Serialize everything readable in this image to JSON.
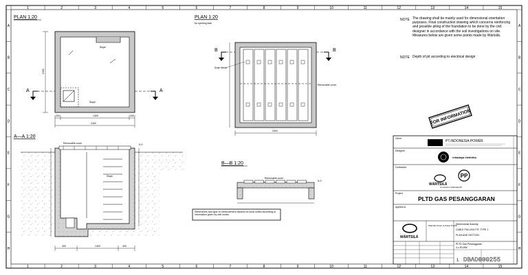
{
  "grid": {
    "cols": [
      "1",
      "2",
      "3",
      "4",
      "5",
      "6",
      "7",
      "8",
      "9",
      "10",
      "11",
      "12",
      "13",
      "14",
      "15"
    ],
    "rows": [
      "A",
      "B",
      "C",
      "D",
      "E",
      "F",
      "G",
      "H"
    ]
  },
  "views": {
    "plan_left": {
      "title": "PLAN   1:20"
    },
    "plan_right": {
      "title": "PLAN   1:20",
      "subtitle": "for opening slab"
    },
    "section_aa": {
      "title": "A—A   1:20"
    },
    "section_bb": {
      "title": "B—B   1:20"
    }
  },
  "labels": {
    "slope": "Slope",
    "drain_mesh": "Drain Mesh",
    "removable_cover": "Removable cover",
    "section_marker_a": "A",
    "section_marker_b": "B",
    "level_top": "0.0",
    "cut_note": "Dimensions and type of reinforcement depend on local codes according to information given by civil works"
  },
  "dims": {
    "plan_width": "2400",
    "plan_bottom_1": "200",
    "plan_bottom_2": "1400",
    "plan_bottom_3": "200",
    "plan_height": "2400",
    "right_width": "2400",
    "aa_width_1": "400",
    "aa_width_2": "1400",
    "aa_width_3": "400"
  },
  "notes": {
    "label": "NOTE",
    "text1": "The drawing shall be mainly used for dimensional orientation purposes. Final construction drawing which concerns reinforcing and possible piling of the foundation to be done by the civil designer in accordance with the soil investigations on site. Measures below are given some points made by Wärtsilä.",
    "text2": "Depth of pit according to electrical design"
  },
  "stamp": "FOR INFORMATION",
  "title_block": {
    "client_label": "Client",
    "client": "PT.INDONESIA POWER",
    "designer_label": "Designer",
    "designer": "rekadaya elektrika",
    "contractor_label": "Contractor",
    "contractor": "WÄRTSILÄ",
    "contractor_sub": "Consortium Wärtsilä-PP",
    "project_label": "Project",
    "project": "PLTD GAS PESANGGARAN",
    "applies_label": "Applies to",
    "company": "WÄRTSILÄ",
    "company_sub": "Wärtsilä Power & Power Pacific",
    "desc1": "Dimensional drawing",
    "desc2": "CABLE PULLING PIT, TYPE 1",
    "desc3": "PLAN AND SECTION",
    "desc4": "PLTD Gas Pesanggaran",
    "desc5": "4 x 50 MW",
    "drawing_no": "DBAD000255",
    "sheet": "1"
  }
}
